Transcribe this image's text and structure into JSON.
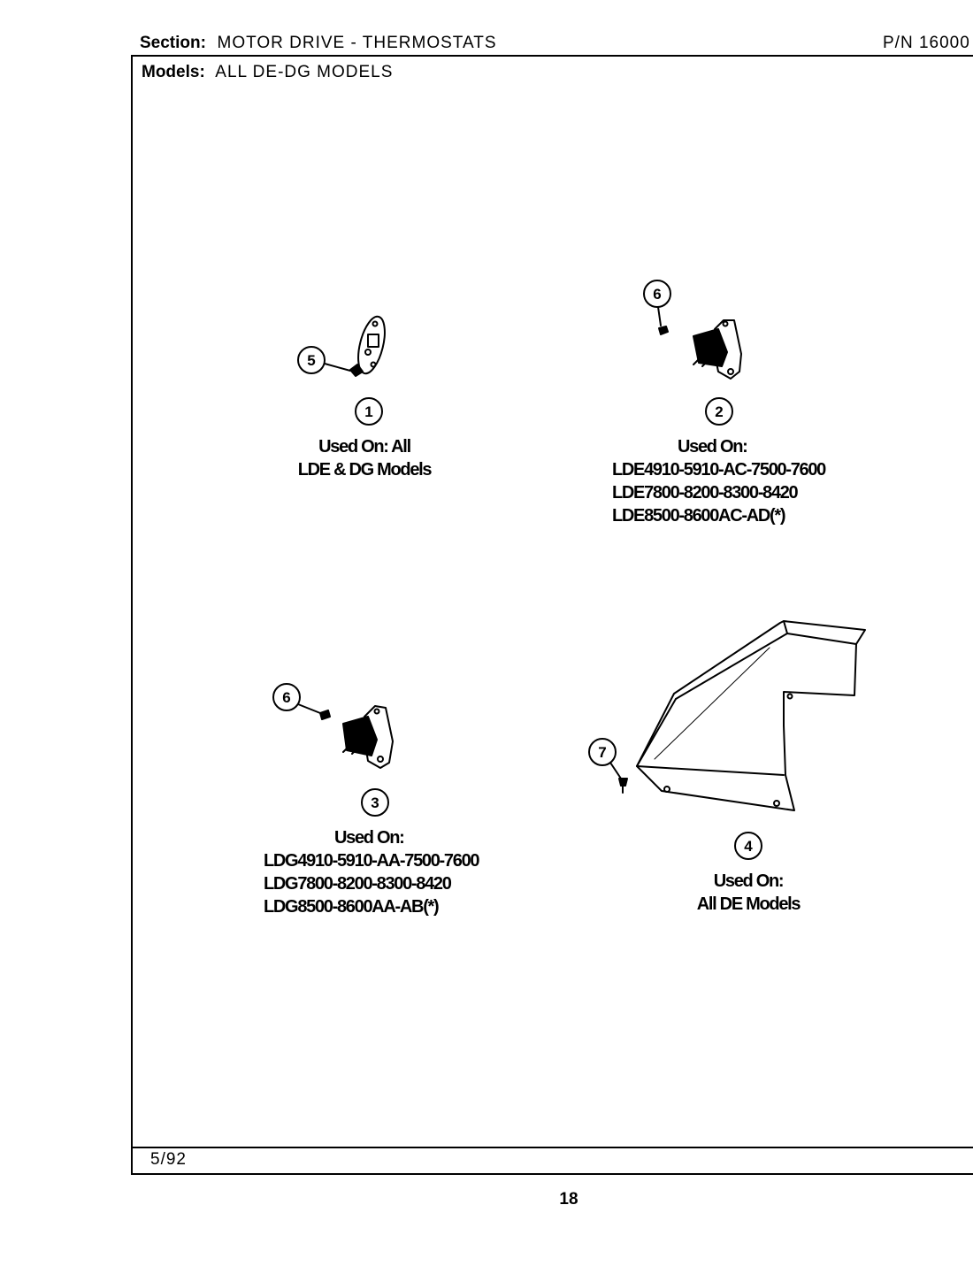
{
  "header": {
    "section_label": "Section:",
    "section_value": "MOTOR DRIVE - THERMOSTATS",
    "pn_label": "P/N",
    "pn_value": "16000",
    "models_label": "Models:",
    "models_value": "ALL DE-DG MODELS"
  },
  "parts": [
    {
      "number": "1",
      "used_on": [
        "Used On: All",
        "LDE & DG Models"
      ]
    },
    {
      "number": "2",
      "used_on": [
        "Used On:",
        "LDE4910-5910-AC-7500-7600",
        "LDE7800-8200-8300-8420",
        "LDE8500-8600AC-AD(*)"
      ]
    },
    {
      "number": "3",
      "used_on": [
        "Used On:",
        "LDG4910-5910-AA-7500-7600",
        "LDG7800-8200-8300-8420",
        "LDG8500-8600AA-AB(*)"
      ]
    },
    {
      "number": "4",
      "used_on": [
        "Used On:",
        "All DE Models"
      ]
    }
  ],
  "callouts": {
    "c5": "5",
    "c6a": "6",
    "c6b": "6",
    "c7": "7"
  },
  "footer": {
    "date": "5/92",
    "page_number": "18"
  }
}
